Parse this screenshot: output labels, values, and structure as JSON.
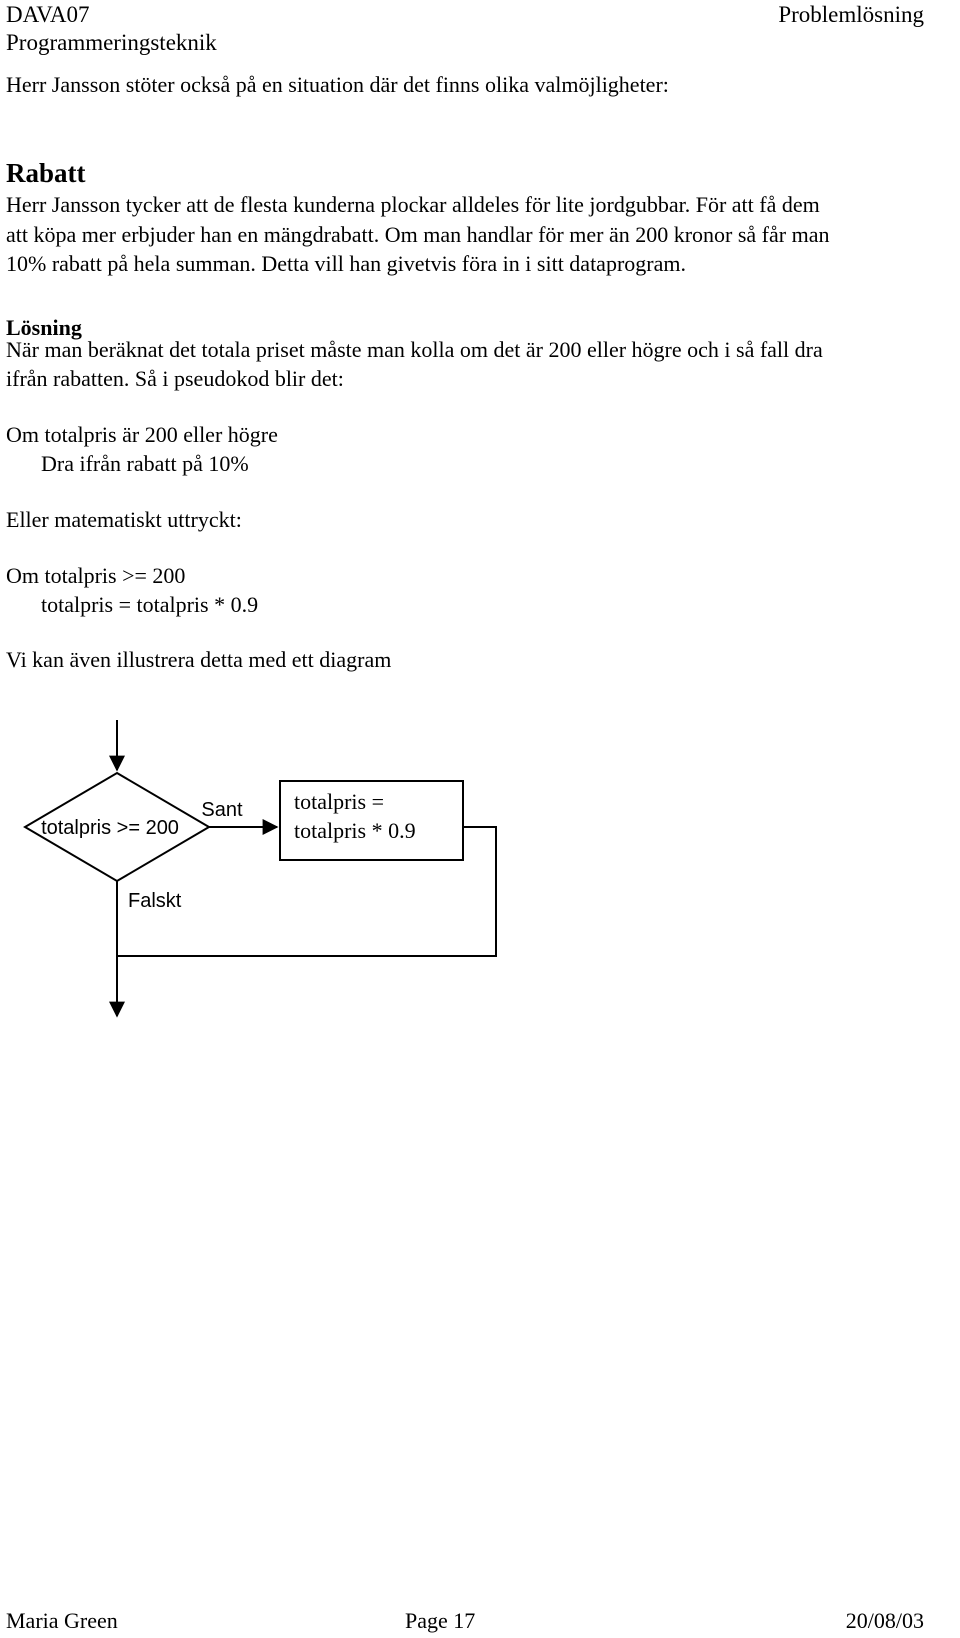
{
  "header": {
    "course_code": "DAVA07",
    "course_name": "Programmeringsteknik",
    "topic": "Problemlösning"
  },
  "intro": "Herr Jansson stöter också på en situation där det finns olika valmöjligheter:",
  "section": {
    "title": "Rabatt",
    "lines": [
      "Herr Jansson tycker att de flesta kunderna plockar alldeles för lite jordgubbar. För att få dem",
      "att köpa mer erbjuder han en mängdrabatt. Om man handlar för mer än 200 kronor så får man",
      "10% rabatt på hela summan. Detta vill han givetvis föra in i sitt dataprogram."
    ]
  },
  "solution": {
    "title": "Lösning",
    "lines": [
      "När man beräknat det totala priset måste man kolla om det är 200 eller högre och i så fall dra",
      "ifrån rabatten. Så i pseudokod blir det:"
    ],
    "pseudo": {
      "line1": "Om totalpris är 200 eller högre",
      "line2": "Dra ifrån rabatt på 10%"
    },
    "math_intro": "Eller matematiskt uttryckt:",
    "math": {
      "line1": "Om totalpris >= 200",
      "line2": "totalpris = totalpris * 0.9"
    },
    "diagram_intro": "Vi kan även illustrera detta med ett diagram"
  },
  "flowchart": {
    "condition": "totalpris >= 200",
    "true_label": "Sant",
    "false_label": "Falskt",
    "action_line1": "totalpris =",
    "action_line2": "totalpris * 0.9"
  },
  "footer": {
    "author": "Maria Green",
    "page": "Page 17",
    "date": "20/08/03"
  }
}
